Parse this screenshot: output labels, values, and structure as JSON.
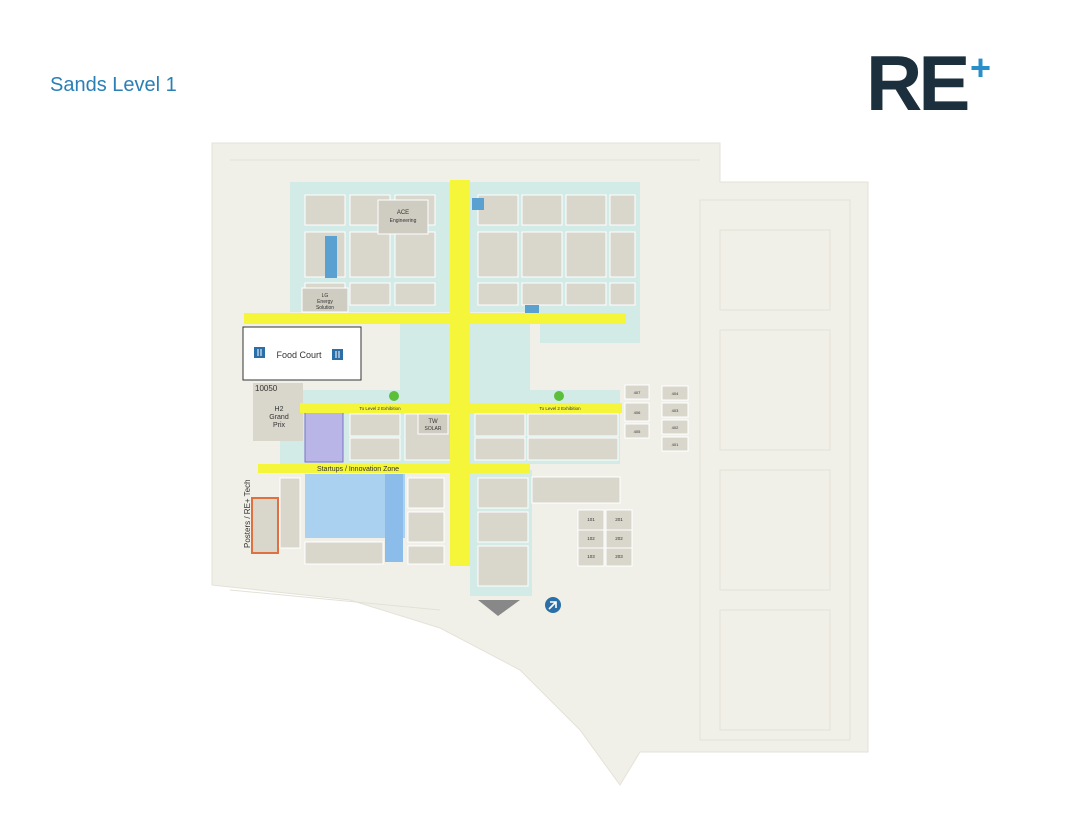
{
  "header": {
    "title": "Sands Level 1"
  },
  "logo": {
    "text": "RE",
    "plus": "+",
    "color": "#1b2f3d",
    "accent": "#2a8fc9"
  },
  "map": {
    "labels": {
      "food_court": "Food Court",
      "hall_number": "10050",
      "h2_line1": "H2",
      "h2_line2": "Grand",
      "h2_line3": "Prix",
      "ace_line1": "ACE",
      "ace_line2": "Engineering",
      "lg_line1": "LG",
      "lg_line2": "Energy",
      "lg_line3": "Solution",
      "tw_line1": "TW",
      "tw_line2": "SOLAR",
      "to_level2_left": "To Level 2 Exhibition",
      "to_level2_right": "To Level 2 Exhibition",
      "startups": "Startups / Innovation Zone",
      "posters": "Posters / RE+ Tech",
      "booths_grid": [
        "101",
        "201",
        "102",
        "202",
        "103",
        "203"
      ],
      "booths_right": [
        "407",
        "406",
        "405",
        "404",
        "403",
        "402",
        "401"
      ]
    },
    "colors": {
      "aisle": "#f5f53a",
      "exhibit_area": "#d3ebe6",
      "startup_area": "#aad1ef",
      "floor": "#f1f0e8",
      "booth": "#d9d6cc"
    },
    "icons": [
      "utensils-icon",
      "stairs-icon",
      "entrance-arrow-icon"
    ]
  }
}
